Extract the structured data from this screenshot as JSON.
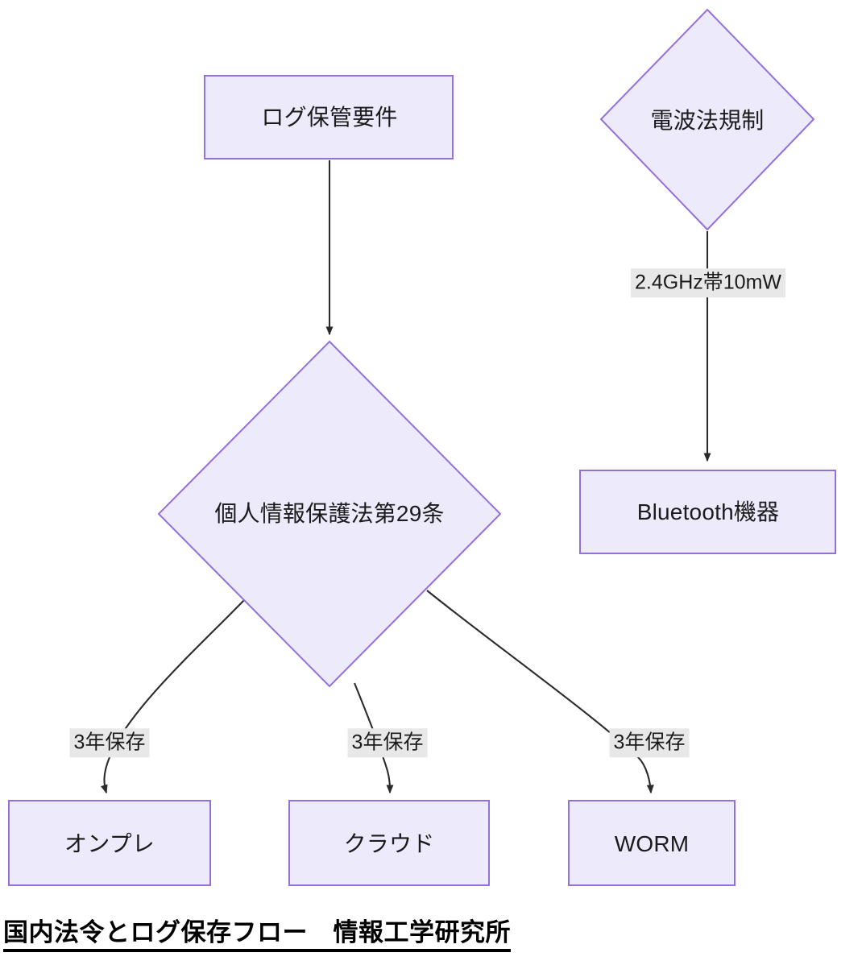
{
  "diagram": {
    "title": "国内法令とログ保存フロー　情報工学研究所",
    "background_color": "#ffffff",
    "node_fill": "#ECEAFB",
    "node_stroke": "#9370DB",
    "edge_color": "#2b2b2b",
    "edge_label_background": "#E8E8E8",
    "nodes": [
      {
        "id": "log-requirement",
        "label": "ログ保管要件",
        "shape": "rect"
      },
      {
        "id": "appi-article-29",
        "label": "個人情報保護法第29条",
        "shape": "diamond"
      },
      {
        "id": "radio-act",
        "label": "電波法規制",
        "shape": "diamond"
      },
      {
        "id": "bluetooth-device",
        "label": "Bluetooth機器",
        "shape": "rect"
      },
      {
        "id": "on-premise",
        "label": "オンプレ",
        "shape": "rect"
      },
      {
        "id": "cloud",
        "label": "クラウド",
        "shape": "rect"
      },
      {
        "id": "worm",
        "label": "WORM",
        "shape": "rect"
      }
    ],
    "edges": [
      {
        "from": "log-requirement",
        "to": "appi-article-29",
        "label": ""
      },
      {
        "from": "radio-act",
        "to": "bluetooth-device",
        "label": "2.4GHz帯10mW"
      },
      {
        "from": "appi-article-29",
        "to": "on-premise",
        "label": "3年保存"
      },
      {
        "from": "appi-article-29",
        "to": "cloud",
        "label": "3年保存"
      },
      {
        "from": "appi-article-29",
        "to": "worm",
        "label": "3年保存"
      }
    ]
  }
}
